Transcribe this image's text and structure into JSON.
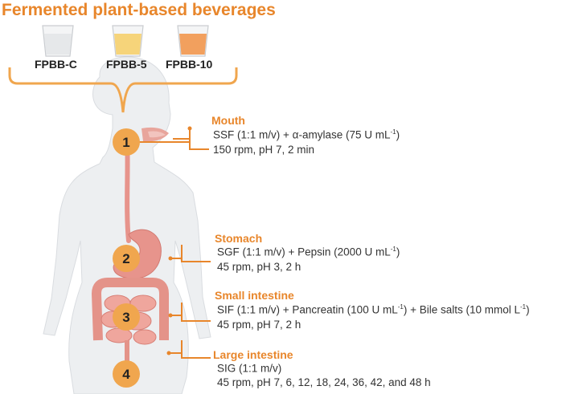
{
  "title": "Fermented plant-based beverages",
  "beverages": [
    {
      "label": "FPBB-C",
      "fill": "#E6E8EA"
    },
    {
      "label": "FPBB-5",
      "fill": "#F6D47A"
    },
    {
      "label": "FPBB-10",
      "fill": "#F2A05E"
    }
  ],
  "colors": {
    "accent": "#E8862B",
    "body": "#EDEFF1",
    "tract": "#E7948C",
    "bracket": "#F0A64E"
  },
  "stages": [
    {
      "number": "1",
      "name": "Mouth",
      "line1": {
        "text": "SSF (1:1 m/v) + α-amylase (75 U mL",
        "sup": "-1",
        "end": ")"
      },
      "line2": "150 rpm, pH 7, 2 min"
    },
    {
      "number": "2",
      "name": "Stomach",
      "line1": {
        "text": "SGF (1:1 m/v) + Pepsin (2000  U mL",
        "sup": "-1",
        "end": ")"
      },
      "line2": "45 rpm, pH 3, 2 h"
    },
    {
      "number": "3",
      "name": "Small intestine",
      "line1": {
        "text": "SIF (1:1 m/v) + Pancreatin (100  U mL",
        "sup": "-1",
        "end": ") + Bile salts (10 mmol L",
        "sup2": "-1",
        "end2": ")"
      },
      "line2": "45 rpm, pH 7, 2 h"
    },
    {
      "number": "4",
      "name": "Large intestine",
      "line1": {
        "text": "SIG (1:1 m/v)",
        "sup": "",
        "end": ""
      },
      "line2": "45 rpm, pH 7, 6, 12, 18, 24, 36, 42, and 48 h"
    }
  ]
}
